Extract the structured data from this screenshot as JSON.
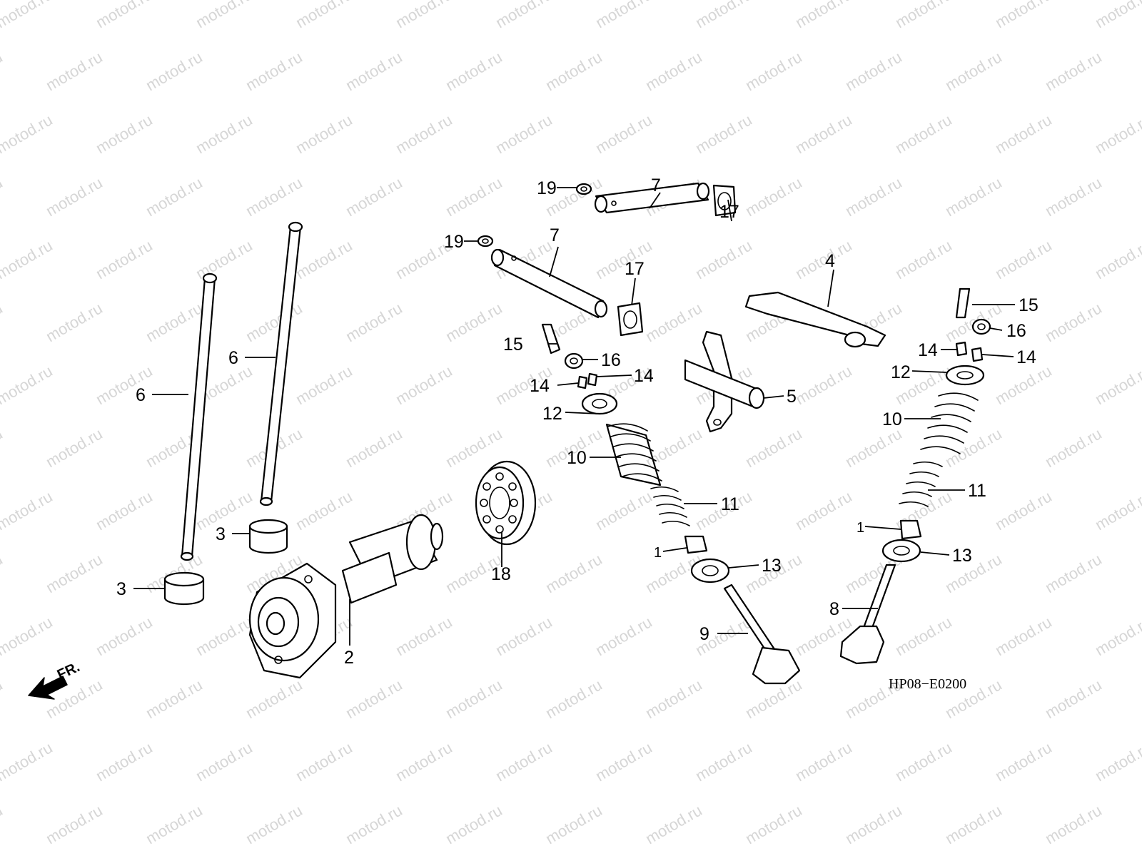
{
  "watermark": "motod.ru",
  "diagram_code": "HP08−E0200",
  "direction_label": "FR.",
  "callouts": {
    "c1a": "1",
    "c1b": "1",
    "c2": "2",
    "c3a": "3",
    "c3b": "3",
    "c4": "4",
    "c5": "5",
    "c6a": "6",
    "c6b": "6",
    "c7a": "7",
    "c7b": "7",
    "c8": "8",
    "c9": "9",
    "c10a": "10",
    "c10b": "10",
    "c11a": "11",
    "c11b": "11",
    "c12a": "12",
    "c12b": "12",
    "c13a": "13",
    "c13b": "13",
    "c14a": "14",
    "c14b": "14",
    "c14c": "14",
    "c14d": "14",
    "c15a": "15",
    "c15b": "15",
    "c16a": "16",
    "c16b": "16",
    "c17a": "17",
    "c17b": "17",
    "c18": "18",
    "c19a": "19",
    "c19b": "19"
  }
}
